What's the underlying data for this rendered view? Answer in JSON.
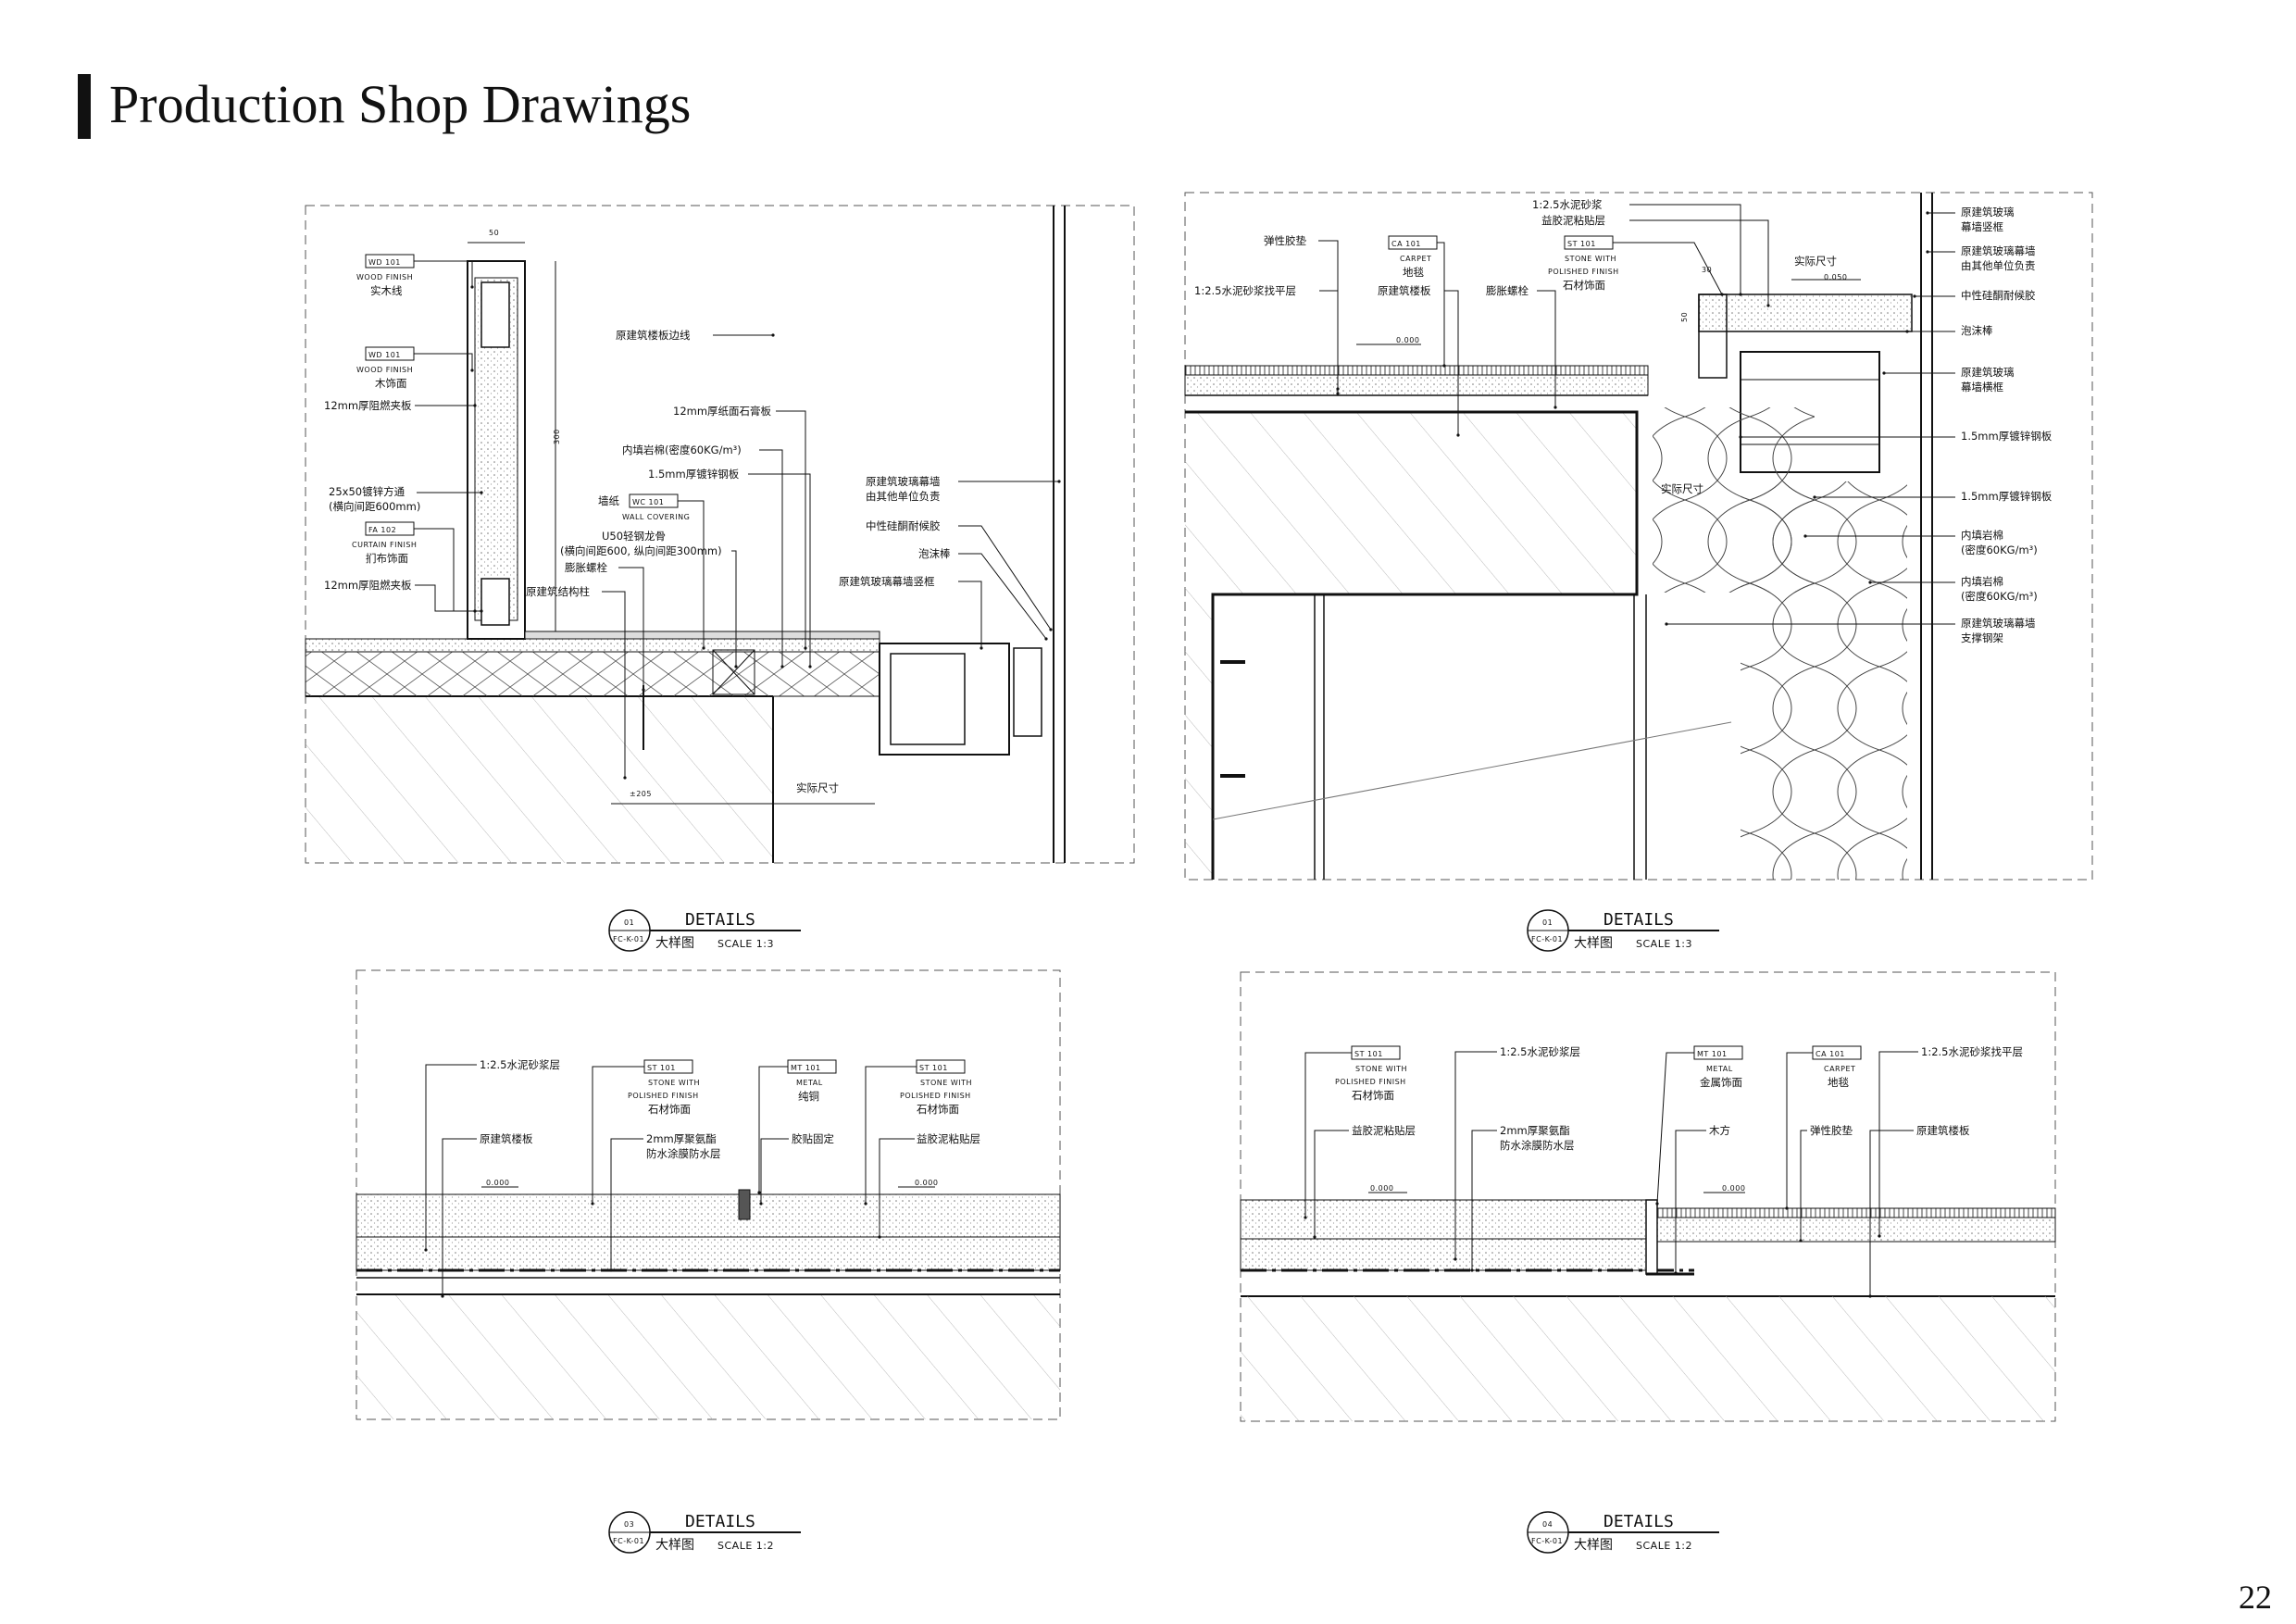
{
  "page": {
    "title": "Production Shop Drawings",
    "page_number": "22"
  },
  "drawing_code": "FC-K-01",
  "tags": {
    "wd101": "WD 101",
    "fa102": "FA 102",
    "wc101": "WC 101",
    "ca101": "CA 101",
    "st101": "ST 101",
    "mt101": "MT 101"
  },
  "detail1": {
    "dim_50": "50",
    "dim_300": "300",
    "dim_205": "±205",
    "dim_actual": "实际尺寸",
    "labels": {
      "wood_finish_en": "WOOD FINISH",
      "solid_wood_line": "实木线",
      "wood_finish_en2": "WOOD FINISH",
      "wood_decor": "木饰面",
      "fireproof_board_1": "12mm厚阻燃夹板",
      "steel_tube_1": "25x50镀锌方通",
      "steel_tube_2": "(横向间距600mm)",
      "curtain_finish_en": "CURTAIN FINISH",
      "fabric_decor": "扪布饰面",
      "fireproof_board_2": "12mm厚阻燃夹板",
      "slab_edge": "原建筑楼板边线",
      "gypsum_board": "12mm厚纸面石膏板",
      "rock_wool": "内填岩棉(密度60KG/m³)",
      "galv_plate": "1.5mm厚镀锌钢板",
      "wallpaper": "墙纸",
      "wall_covering_en": "WALL COVERING",
      "keel_1": "U50轻钢龙骨",
      "keel_2": "(横向间距600, 纵向间距300mm)",
      "anchor_bolt": "膨胀螺栓",
      "structural_column": "原建筑结构柱",
      "glass_wall_1": "原建筑玻璃幕墙",
      "glass_wall_2": "由其他单位负责",
      "silicone": "中性硅酮耐候胶",
      "foam_rod": "泡沫棒",
      "mullion": "原建筑玻璃幕墙竖框"
    }
  },
  "detail2": {
    "elev": "0.000",
    "elev_050": "0.050",
    "dim_30": "30",
    "dim_50": "50",
    "dim_actual": "实际尺寸",
    "labels": {
      "mortar": "1:2.5水泥砂浆",
      "adhesive": "益胶泥粘贴层",
      "elastic_pad": "弹性胶垫",
      "leveling": "1:2.5水泥砂浆找平层",
      "carpet_en": "CARPET",
      "carpet": "地毯",
      "orig_slab": "原建筑楼板",
      "anchor": "膨胀螺栓",
      "stone_en_1": "STONE WITH",
      "stone_en_2": "POLISHED FINISH",
      "stone_decor": "石材饰面",
      "r_mullion_1": "原建筑玻璃",
      "r_mullion_2": "幕墙竖框",
      "r_wall_1": "原建筑玻璃幕墙",
      "r_wall_2": "由其他单位负责",
      "r_silicone": "中性硅酮耐候胶",
      "r_foam": "泡沫棒",
      "r_transom_1": "原建筑玻璃",
      "r_transom_2": "幕墙横框",
      "r_plate_1": "1.5mm厚镀锌钢板",
      "r_plate_2": "1.5mm厚镀锌钢板",
      "r_wool_1a": "内填岩棉",
      "r_wool_1b": "(密度60KG/m³)",
      "r_wool_2a": "内填岩棉",
      "r_wool_2b": "(密度60KG/m³)",
      "r_support_1": "原建筑玻璃幕墙",
      "r_support_2": "支撑钢架"
    }
  },
  "detail3": {
    "elev": "0.000",
    "labels": {
      "mortar": "1:2.5水泥砂浆层",
      "orig_slab": "原建筑楼板",
      "stone_en_1": "STONE WITH",
      "stone_en_2": "POLISHED FINISH",
      "stone_decor": "石材饰面",
      "pu_1": "2mm厚聚氨酯",
      "pu_2": "防水涂膜防水层",
      "metal_en": "METAL",
      "copper": "纯铜",
      "glue": "胶贴固定",
      "stone_en_3": "STONE WITH",
      "stone_en_4": "POLISHED FINISH",
      "stone_decor_2": "石材饰面",
      "adhesive": "益胶泥粘贴层"
    }
  },
  "detail4": {
    "elev": "0.000",
    "labels": {
      "stone_en_1": "STONE WITH",
      "stone_en_2": "POLISHED FINISH",
      "stone_decor": "石材饰面",
      "mortar": "1:2.5水泥砂浆层",
      "metal_en": "METAL",
      "metal_decor": "金属饰面",
      "carpet_en": "CARPET",
      "carpet": "地毯",
      "leveling": "1:2.5水泥砂浆找平层",
      "adhesive": "益胶泥粘贴层",
      "pu_1": "2mm厚聚氨酯",
      "pu_2": "防水涂膜防水层",
      "timber": "木方",
      "elastic_pad": "弹性胶垫",
      "orig_slab": "原建筑楼板"
    }
  },
  "captions": [
    {
      "num": "01",
      "title": "DETAILS",
      "cn": "大样图",
      "scale": "SCALE 1:3"
    },
    {
      "num": "01",
      "title": "DETAILS",
      "cn": "大样图",
      "scale": "SCALE 1:3"
    },
    {
      "num": "03",
      "title": "DETAILS",
      "cn": "大样图",
      "scale": "SCALE 1:2"
    },
    {
      "num": "04",
      "title": "DETAILS",
      "cn": "大样图",
      "scale": "SCALE 1:2"
    }
  ]
}
